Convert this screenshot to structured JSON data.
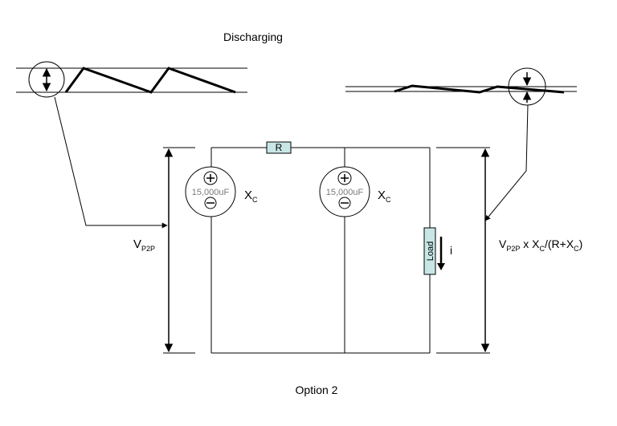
{
  "title": "Discharging",
  "caption": "Option 2",
  "resistor": {
    "label": "R"
  },
  "load": {
    "label": "Load",
    "current_label": "i"
  },
  "capacitors": [
    {
      "value_label": "15,000uF",
      "reactance_main": "X",
      "reactance_sub": "C"
    },
    {
      "value_label": "15,000uF",
      "reactance_main": "X",
      "reactance_sub": "C"
    }
  ],
  "vin_label": {
    "main": "V",
    "sub": "P2P"
  },
  "vout_label": {
    "v_main": "V",
    "v_sub": "P2P",
    "part1": " x X",
    "sub1": "C",
    "part2": "/(R+X",
    "sub2": "C",
    "part3": ")"
  },
  "colors": {
    "component_fill": "#c8e6e6",
    "line": "#000000",
    "cap_text": "#7a7a7a"
  },
  "icons": [
    "double-arrow-icon",
    "converging-arrows-icon",
    "plus-icon",
    "minus-icon",
    "arrow-down-icon"
  ]
}
